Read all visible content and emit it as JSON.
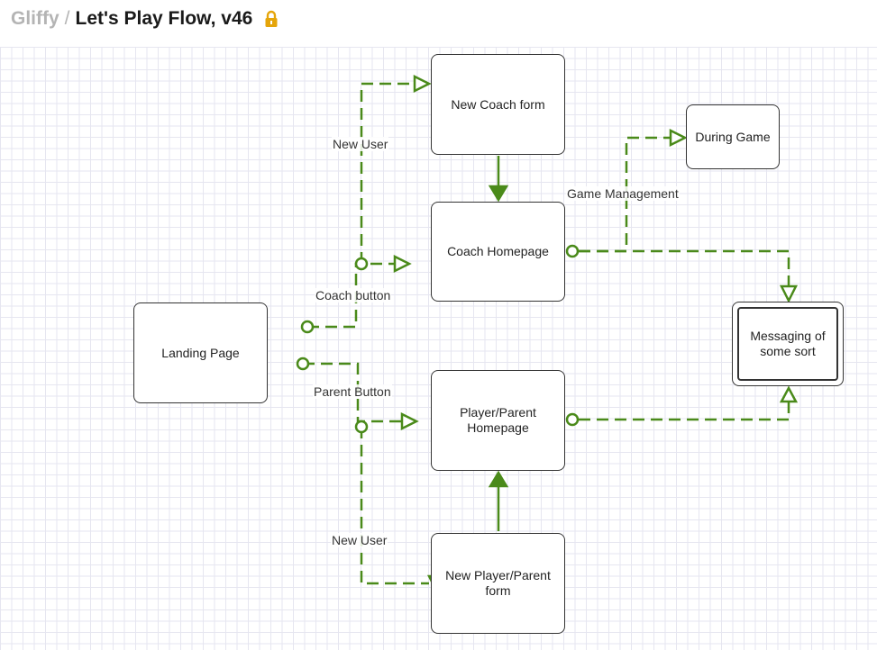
{
  "header": {
    "brand": "Gliffy",
    "separator": "/",
    "title": "Let's Play Flow, v46",
    "lock_icon": "lock-icon"
  },
  "colors": {
    "connector": "#4a8a1a",
    "node_border": "#333333",
    "lock": "#e5a50a"
  },
  "nodes": {
    "landing": "Landing Page",
    "new_coach_form": "New Coach form",
    "coach_homepage": "Coach Homepage",
    "during_game": "During Game",
    "messaging_line1": "Messaging of",
    "messaging_line2": "some sort",
    "player_homepage_line1": "Player/Parent",
    "player_homepage_line2": "Homepage",
    "new_player_form_line1": "New Player/Parent",
    "new_player_form_line2": "form"
  },
  "edge_labels": {
    "new_user_top": "New User",
    "coach_button": "Coach button",
    "game_management": "Game Management",
    "parent_button": "Parent Button",
    "new_user_bottom": "New User"
  }
}
